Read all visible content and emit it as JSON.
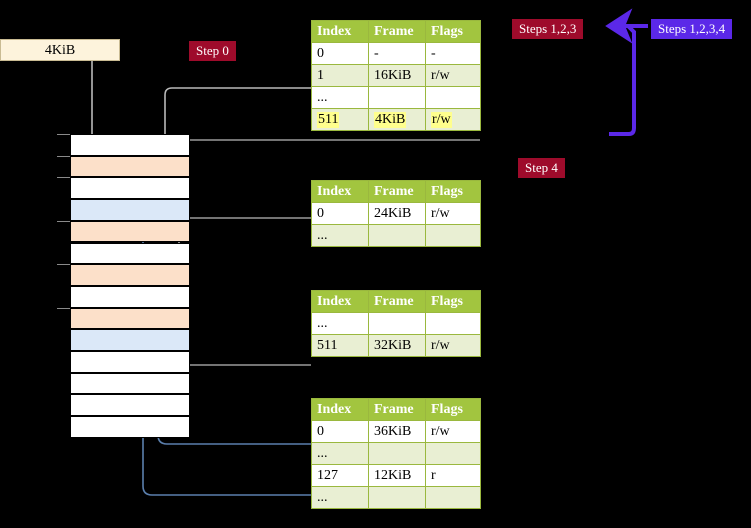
{
  "diagram": {
    "title_hidden": "",
    "labels": {
      "page_size": "4KiB",
      "step0": "Step 0",
      "step4": "Step 4",
      "steps123": "Steps 1,2,3",
      "steps1234": "Steps 1,2,3,4"
    },
    "colors": {
      "table_header_bg": "#a2c53f",
      "table_alt_row_bg": "#e9efd3",
      "table_border": "#9ab83e",
      "highlight": "#ffff8d",
      "badge_crimson": "#9e0b2b",
      "badge_blue": "#5b28e8",
      "memrow_peach": "#fce0c9",
      "memrow_blue": "#dbe8f8",
      "kib_box_bg": "#fdf3dc",
      "gray_wire": "#b3b3b3",
      "blue_wire": "#5b7fad",
      "blue_arrow": "#6a8fc0"
    },
    "columns": [
      "Index",
      "Frame",
      "Flags"
    ],
    "tables": [
      {
        "name": "level-0-page-table",
        "rows": [
          {
            "index": "0",
            "frame": "-",
            "flags": "-",
            "style": "plain",
            "highlight": false
          },
          {
            "index": "1",
            "frame": "16KiB",
            "flags": "r/w",
            "style": "alt",
            "highlight": false
          },
          {
            "index": "...",
            "frame": "",
            "flags": "",
            "style": "plain",
            "highlight": false
          },
          {
            "index": "511",
            "frame": "4KiB",
            "flags": "r/w",
            "style": "alt",
            "highlight": true
          }
        ]
      },
      {
        "name": "level-1-page-table",
        "rows": [
          {
            "index": "0",
            "frame": "24KiB",
            "flags": "r/w",
            "style": "plain",
            "highlight": false
          },
          {
            "index": "...",
            "frame": "",
            "flags": "",
            "style": "alt",
            "highlight": false
          }
        ]
      },
      {
        "name": "level-2-page-table",
        "rows": [
          {
            "index": "...",
            "frame": "",
            "flags": "",
            "style": "plain",
            "highlight": false
          },
          {
            "index": "511",
            "frame": "32KiB",
            "flags": "r/w",
            "style": "alt",
            "highlight": false
          }
        ]
      },
      {
        "name": "level-3-page-table",
        "rows": [
          {
            "index": "0",
            "frame": "36KiB",
            "flags": "r/w",
            "style": "plain",
            "highlight": false
          },
          {
            "index": "...",
            "frame": "",
            "flags": "",
            "style": "alt",
            "highlight": false
          },
          {
            "index": "127",
            "frame": "12KiB",
            "flags": "r",
            "style": "plain",
            "highlight": false
          },
          {
            "index": "...",
            "frame": "",
            "flags": "",
            "style": "alt",
            "highlight": false
          }
        ]
      }
    ],
    "memory_rows": [
      {
        "fill": "white",
        "tick": true
      },
      {
        "fill": "peach",
        "tick": true
      },
      {
        "fill": "white",
        "tick": true
      },
      {
        "fill": "blue",
        "tick": false
      },
      {
        "fill": "peach",
        "tick": true
      },
      {
        "fill": "white",
        "tick": false
      },
      {
        "fill": "peach",
        "tick": true
      },
      {
        "fill": "white",
        "tick": false
      },
      {
        "fill": "peach",
        "tick": true
      },
      {
        "fill": "blue",
        "tick": false
      },
      {
        "fill": "white",
        "tick": false
      },
      {
        "fill": "white",
        "tick": false
      },
      {
        "fill": "white",
        "tick": false
      },
      {
        "fill": "white",
        "tick": false
      }
    ]
  }
}
